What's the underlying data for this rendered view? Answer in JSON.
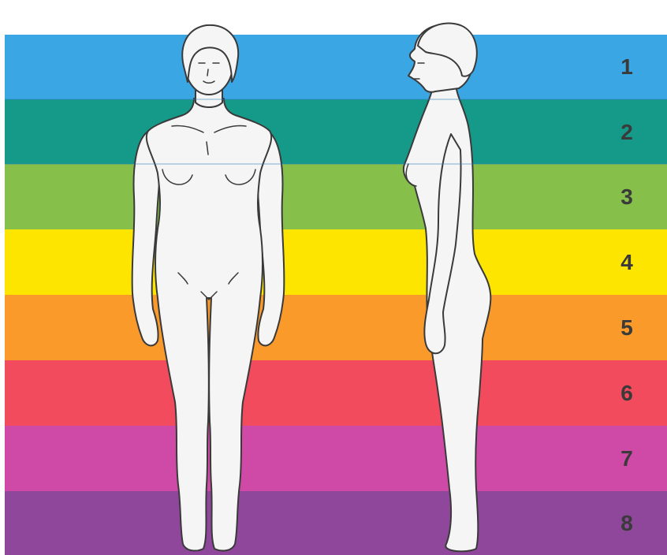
{
  "bands": [
    {
      "label": "1",
      "color": "#3aa6e4"
    },
    {
      "label": "2",
      "color": "#159a8a"
    },
    {
      "label": "3",
      "color": "#86c04a"
    },
    {
      "label": "4",
      "color": "#fde500"
    },
    {
      "label": "5",
      "color": "#f99a2a"
    },
    {
      "label": "6",
      "color": "#f14b5d"
    },
    {
      "label": "7",
      "color": "#cf4aa6"
    },
    {
      "label": "8",
      "color": "#8e479b"
    }
  ],
  "figures": [
    {
      "view": "front-view"
    },
    {
      "view": "side-view"
    }
  ],
  "colors": {
    "background": "#ffffff",
    "figure_fill": "#f5f5f5",
    "figure_outline": "#3a3a3a",
    "label_color": "#3a3a3a"
  }
}
